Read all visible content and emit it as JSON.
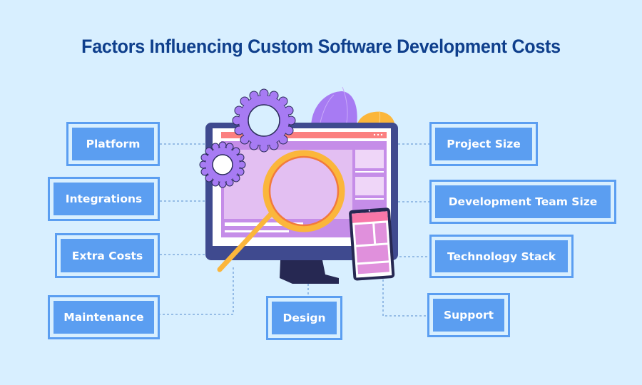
{
  "title": "Factors Influencing Custom Software Development Costs",
  "factors": {
    "platform": "Platform",
    "integrations": "Integrations",
    "extra_costs": "Extra Costs",
    "maintenance": "Maintenance",
    "design": "Design",
    "project_size": "Project Size",
    "development_team_size": "Development Team Size",
    "technology_stack": "Technology Stack",
    "support": "Support"
  },
  "colors": {
    "background": "#d8efff",
    "title": "#0f3f8c",
    "box_fill": "#5b9ef1",
    "box_text": "#ffffff",
    "monitor_frame": "#3f4a8f",
    "gear": "#a77bf3",
    "magnifier": "#fbb63b",
    "screen_header": "#fb8080"
  },
  "illustration": {
    "icons": [
      "monitor-icon",
      "gear-icon",
      "magnifier-icon",
      "smartphone-icon",
      "leaf-icon"
    ]
  }
}
